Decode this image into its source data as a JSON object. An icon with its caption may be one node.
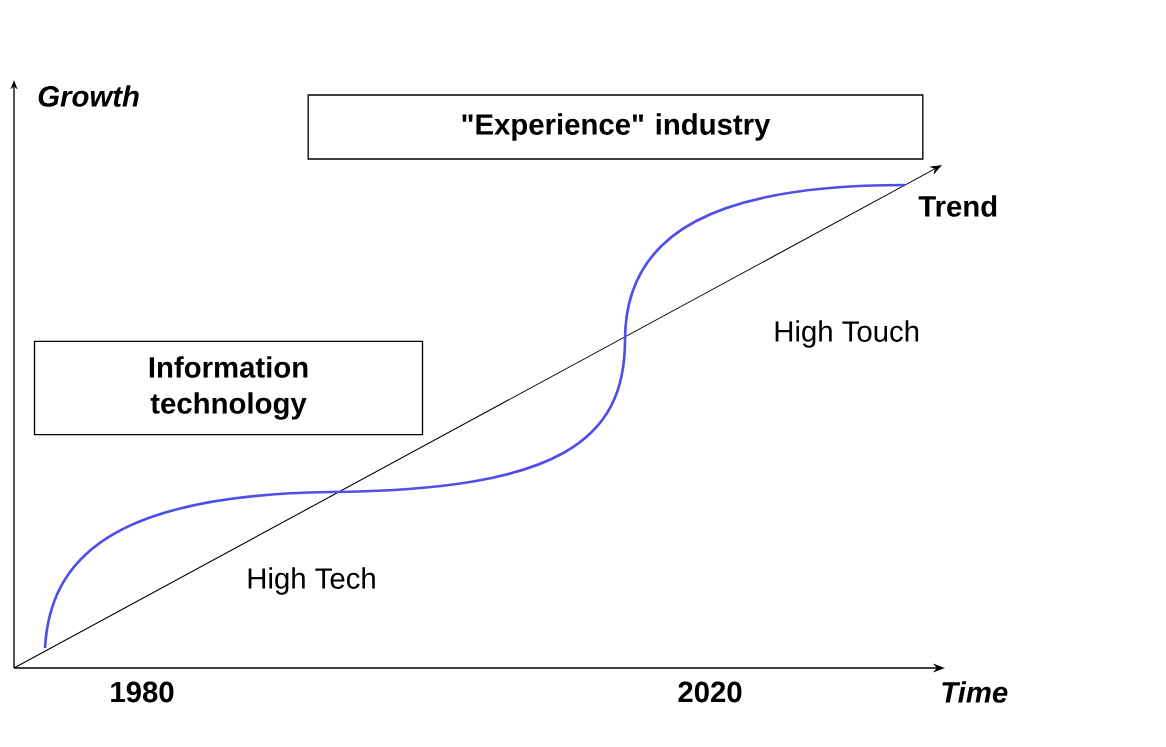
{
  "diagram": {
    "nodes": [
      {
        "text": [
          "\"Experience\" industry"
        ]
      },
      {
        "text": [
          "Information technology"
        ]
      }
    ],
    "labels": [
      "Growth",
      "Trend",
      "High Touch",
      "High Tech",
      "1980",
      "2020",
      "Time"
    ]
  }
}
